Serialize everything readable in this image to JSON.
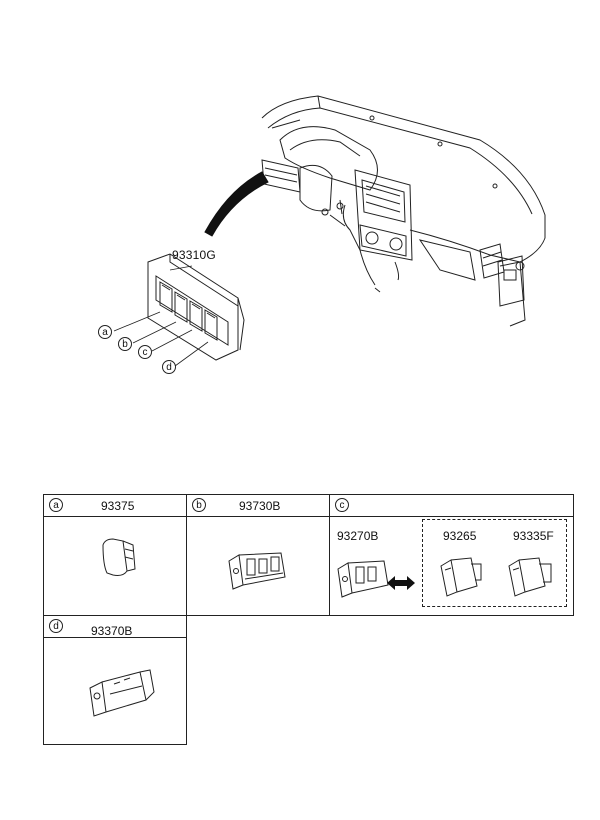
{
  "main_view": {
    "assembly_part": "93310G",
    "callouts": [
      "a",
      "b",
      "c",
      "d"
    ]
  },
  "parts_table": {
    "a": {
      "letter": "a",
      "parts": [
        "93375"
      ]
    },
    "b": {
      "letter": "b",
      "parts": [
        "93730B"
      ]
    },
    "c": {
      "letter": "c",
      "parts": [
        "93270B",
        "93265",
        "93335F"
      ]
    },
    "d": {
      "letter": "d",
      "parts": [
        "93370B"
      ]
    }
  }
}
